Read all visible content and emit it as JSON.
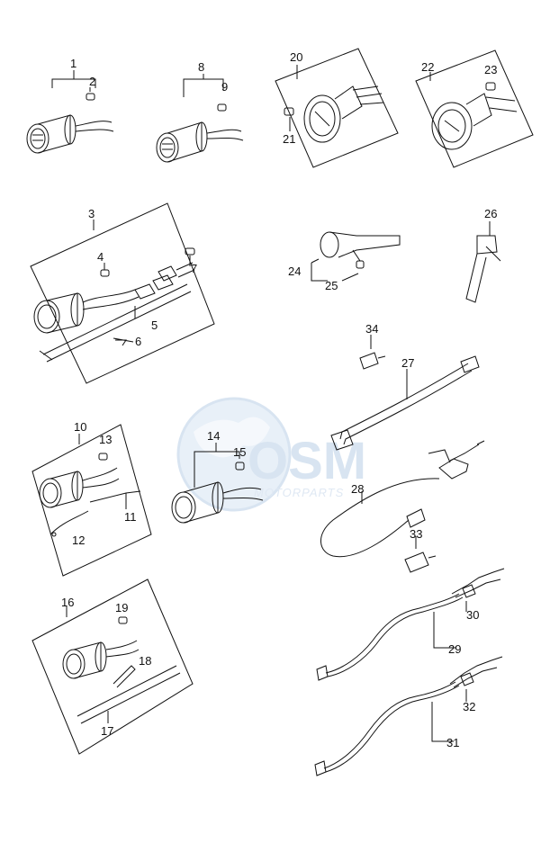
{
  "callouts": {
    "c1": "1",
    "c2": "2",
    "c3": "3",
    "c4": "4",
    "c5": "5",
    "c6": "6",
    "c7": "7",
    "c8": "8",
    "c9": "9",
    "c10": "10",
    "c11": "11",
    "c12": "12",
    "c13": "13",
    "c14": "14",
    "c15": "15",
    "c16": "16",
    "c17": "17",
    "c18": "18",
    "c19": "19",
    "c20": "20",
    "c21": "21",
    "c22": "22",
    "c23": "23",
    "c24": "24",
    "c25": "25",
    "c26": "26",
    "c27": "27",
    "c28": "28",
    "c29": "29",
    "c30": "30",
    "c31": "31",
    "c32": "32",
    "c33": "33",
    "c34": "34"
  },
  "watermark": {
    "logo": "OSM",
    "tagline": "MOTORPARTS"
  },
  "colors": {
    "ink": "#111111",
    "watermark": "#b9cfe6"
  }
}
